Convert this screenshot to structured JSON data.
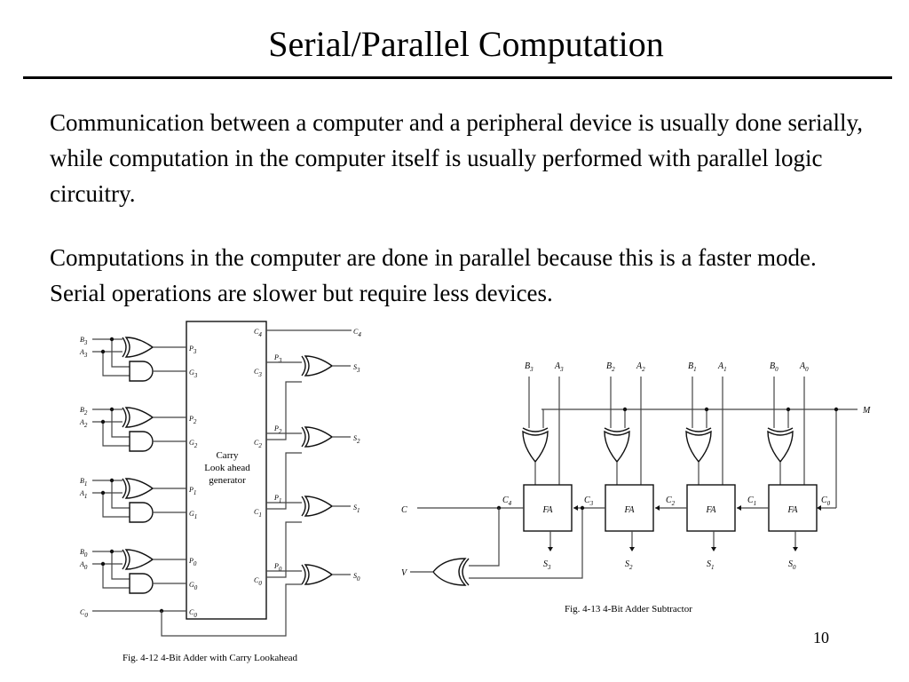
{
  "title": "Serial/Parallel Computation",
  "paragraphs": [
    "Communication between a computer and a peripheral device is usually done serially, while computation in the computer itself is usually performed with parallel logic circuitry.",
    "Computations in the computer are done in parallel because this is a faster mode. Serial operations are slower but require less devices."
  ],
  "page_number": "10",
  "fig_left": {
    "caption": "Fig. 4-12  4-Bit Adder with Carry Lookahead",
    "generator_label": [
      "Carry",
      "Look ahead",
      "generator"
    ],
    "bits": [
      {
        "b": "B",
        "a": "A",
        "p": "P",
        "g": "G",
        "c": "C",
        "s": "S",
        "sub": "3"
      },
      {
        "b": "B",
        "a": "A",
        "p": "P",
        "g": "G",
        "c": "C",
        "s": "S",
        "sub": "2"
      },
      {
        "b": "B",
        "a": "A",
        "p": "P",
        "g": "G",
        "c": "C",
        "s": "S",
        "sub": "1"
      },
      {
        "b": "B",
        "a": "A",
        "p": "P",
        "g": "G",
        "c": "C",
        "s": "S",
        "sub": "0"
      }
    ],
    "c4": {
      "main": "C",
      "sub": "4"
    },
    "c0": {
      "main": "C",
      "sub": "0"
    }
  },
  "fig_right": {
    "caption": "Fig. 4-13  4-Bit Adder Subtractor",
    "m_label": "M",
    "c_label": "C",
    "v_label": "V",
    "fa_label": "FA",
    "bits": [
      {
        "b": "B",
        "a": "A",
        "s": "S",
        "sub": "3",
        "c": "C",
        "csub": "4"
      },
      {
        "b": "B",
        "a": "A",
        "s": "S",
        "sub": "2",
        "c": "C",
        "csub": "3"
      },
      {
        "b": "B",
        "a": "A",
        "s": "S",
        "sub": "1",
        "c": "C",
        "csub": "2"
      },
      {
        "b": "B",
        "a": "A",
        "s": "S",
        "sub": "0",
        "c": "C",
        "csub": "1"
      }
    ],
    "c0": {
      "main": "C",
      "sub": "0"
    }
  }
}
